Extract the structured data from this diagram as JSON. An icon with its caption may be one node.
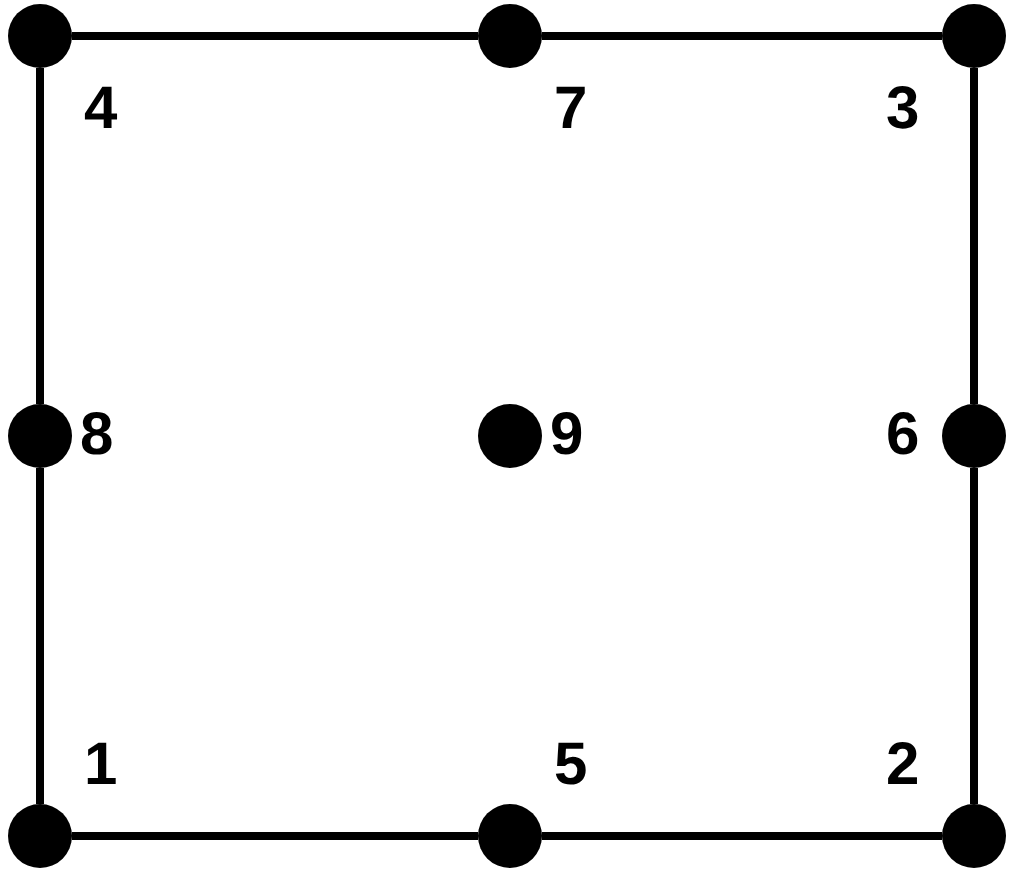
{
  "diagram": {
    "nodes": [
      {
        "text": [],
        "shape": "circle",
        "beside": [
          "4"
        ]
      },
      {
        "text": [],
        "shape": "circle",
        "beside": [
          "7"
        ]
      },
      {
        "text": [],
        "shape": "circle",
        "beside": [
          "3"
        ]
      },
      {
        "text": [],
        "shape": "circle",
        "beside": [
          "8"
        ]
      },
      {
        "text": [],
        "shape": "circle",
        "beside": [
          "9"
        ]
      },
      {
        "text": [],
        "shape": "circle",
        "beside": [
          "6"
        ]
      },
      {
        "text": [],
        "shape": "circle",
        "beside": [
          "1"
        ]
      },
      {
        "text": [],
        "shape": "circle",
        "beside": [
          "5"
        ]
      },
      {
        "text": [],
        "shape": "circle",
        "beside": [
          "2"
        ]
      }
    ],
    "edges": [
      {
        "from": 0,
        "to": 1,
        "arrow": "none"
      },
      {
        "from": 1,
        "to": 2,
        "arrow": "none"
      },
      {
        "from": 2,
        "to": 5,
        "arrow": "none"
      },
      {
        "from": 5,
        "to": 8,
        "arrow": "none"
      },
      {
        "from": 8,
        "to": 7,
        "arrow": "none"
      },
      {
        "from": 7,
        "to": 6,
        "arrow": "none"
      },
      {
        "from": 6,
        "to": 3,
        "arrow": "none"
      },
      {
        "from": 3,
        "to": 0,
        "arrow": "none"
      }
    ]
  }
}
